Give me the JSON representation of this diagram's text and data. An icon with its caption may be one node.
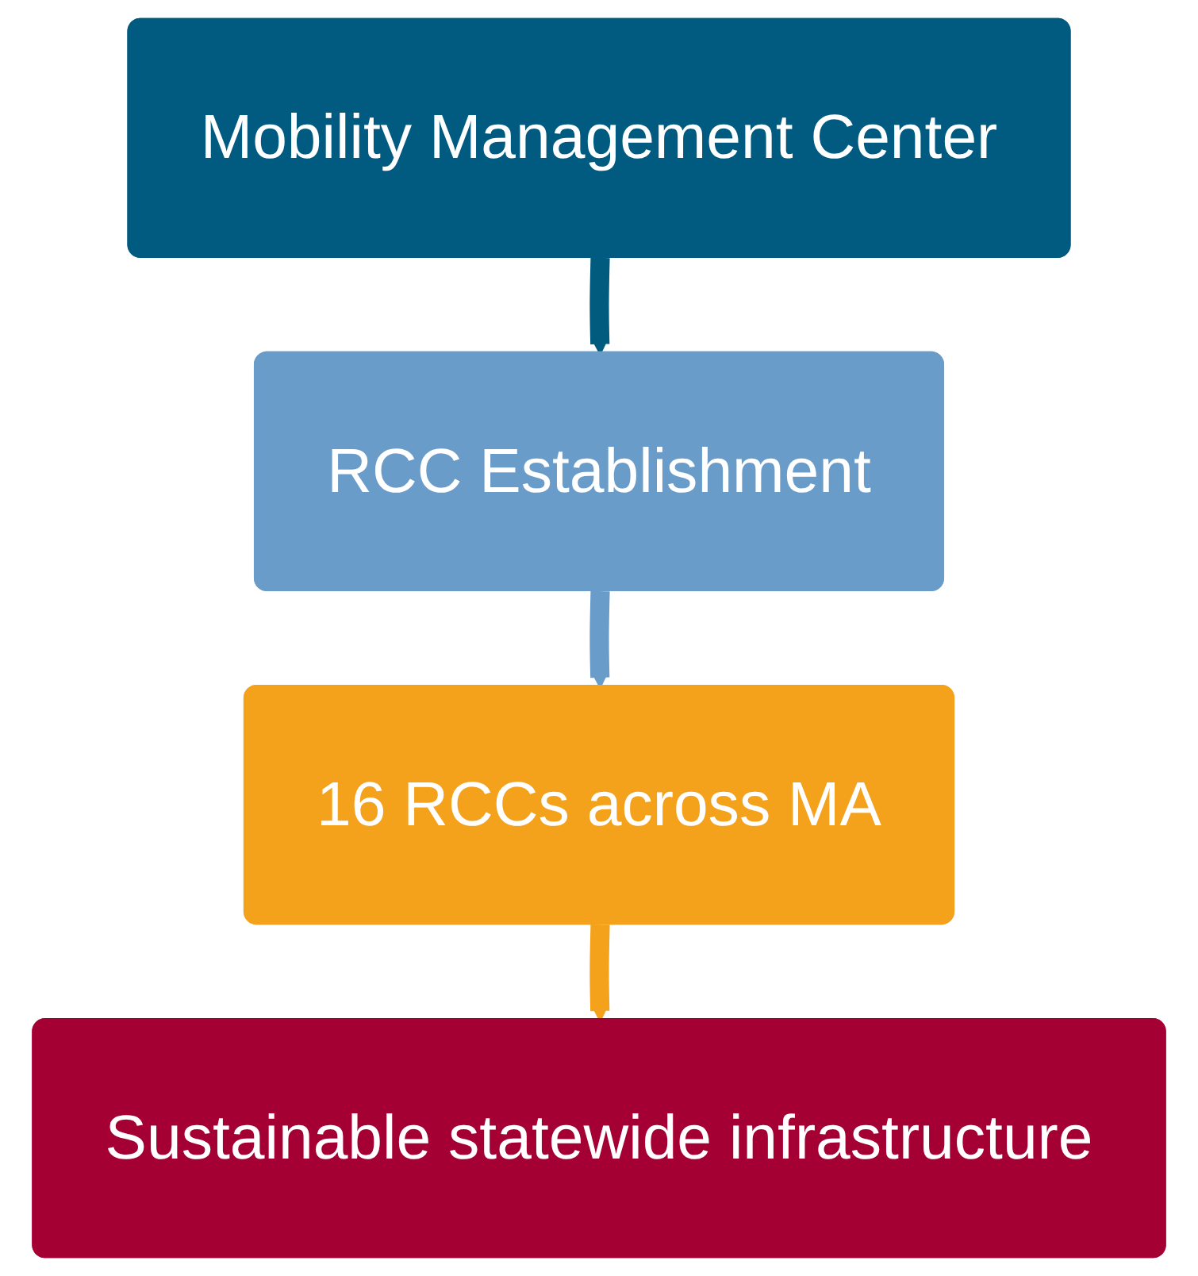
{
  "diagram": {
    "nodes": [
      {
        "text": [
          "Mobility Management Center"
        ]
      },
      {
        "text": [
          "RCC Establishment"
        ]
      },
      {
        "text": [
          "16 RCCs across MA"
        ]
      },
      {
        "text": [
          "Sustainable statewide infrastructure"
        ]
      }
    ],
    "edges": [
      {
        "from": 0,
        "to": 1,
        "arrow": "to",
        "color": "#005b7f"
      },
      {
        "from": 1,
        "to": 2,
        "arrow": "to",
        "color": "#6a9cca"
      },
      {
        "from": 2,
        "to": 3,
        "arrow": "to",
        "color": "#f4a11c"
      }
    ]
  }
}
